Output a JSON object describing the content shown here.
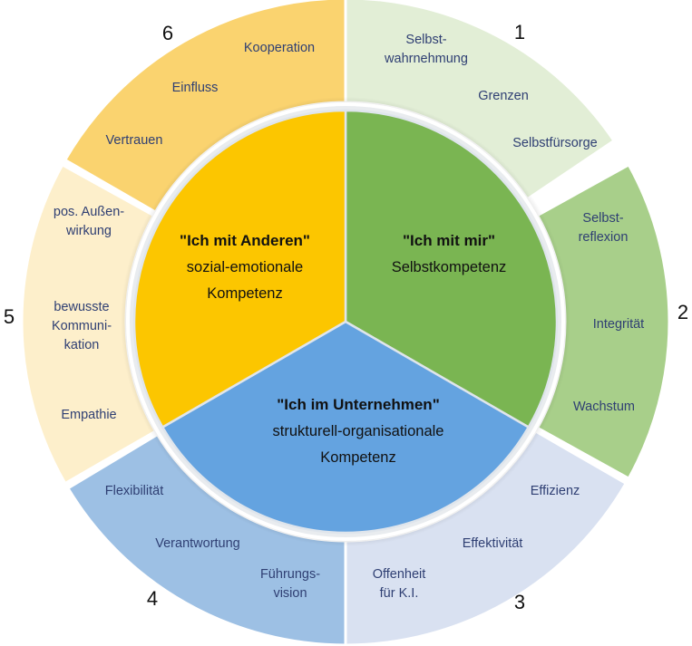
{
  "segments": [
    {
      "number": "1",
      "color": "#e2eed6",
      "words": [
        [
          "Selbst-",
          "wahrnehmung"
        ],
        [
          "Grenzen"
        ],
        [
          "Selbstfürsorge"
        ]
      ]
    },
    {
      "number": "2",
      "color": "#a8cf8a",
      "words": [
        [
          "Selbst-",
          "reflexion"
        ],
        [
          "Integrität"
        ],
        [
          "Wachstum"
        ]
      ]
    },
    {
      "number": "3",
      "color": "#d9e1f1",
      "words": [
        [
          "Effizienz"
        ],
        [
          "Effektivität"
        ],
        [
          "Offenheit",
          "für K.I."
        ]
      ]
    },
    {
      "number": "4",
      "color": "#9dc0e4",
      "words": [
        [
          "Flexibilität"
        ],
        [
          "Verantwortung"
        ],
        [
          "Führungs-",
          "vision"
        ]
      ]
    },
    {
      "number": "5",
      "color": "#fdefcb",
      "words": [
        [
          "pos. Außen-",
          "wirkung"
        ],
        [
          "bewusste",
          "Kommuni-",
          "kation"
        ],
        [
          "Empathie"
        ]
      ]
    },
    {
      "number": "6",
      "color": "#fad36f",
      "words": [
        [
          "Kooperation"
        ],
        [
          "Einfluss"
        ],
        [
          "Vertrauen"
        ]
      ]
    }
  ],
  "core": [
    {
      "title": "\"Ich mit mir\"",
      "subtitle": [
        "Selbstkompetenz"
      ],
      "color": "#7ab552"
    },
    {
      "title": "\"Ich im Unternehmen\"",
      "subtitle": [
        "strukturell-organisationale",
        "Kompetenz"
      ],
      "color": "#64a3e0"
    },
    {
      "title": "\"Ich mit Anderen\"",
      "subtitle": [
        "sozial-emotionale",
        "Kompetenz"
      ],
      "color": "#fcc600"
    }
  ]
}
